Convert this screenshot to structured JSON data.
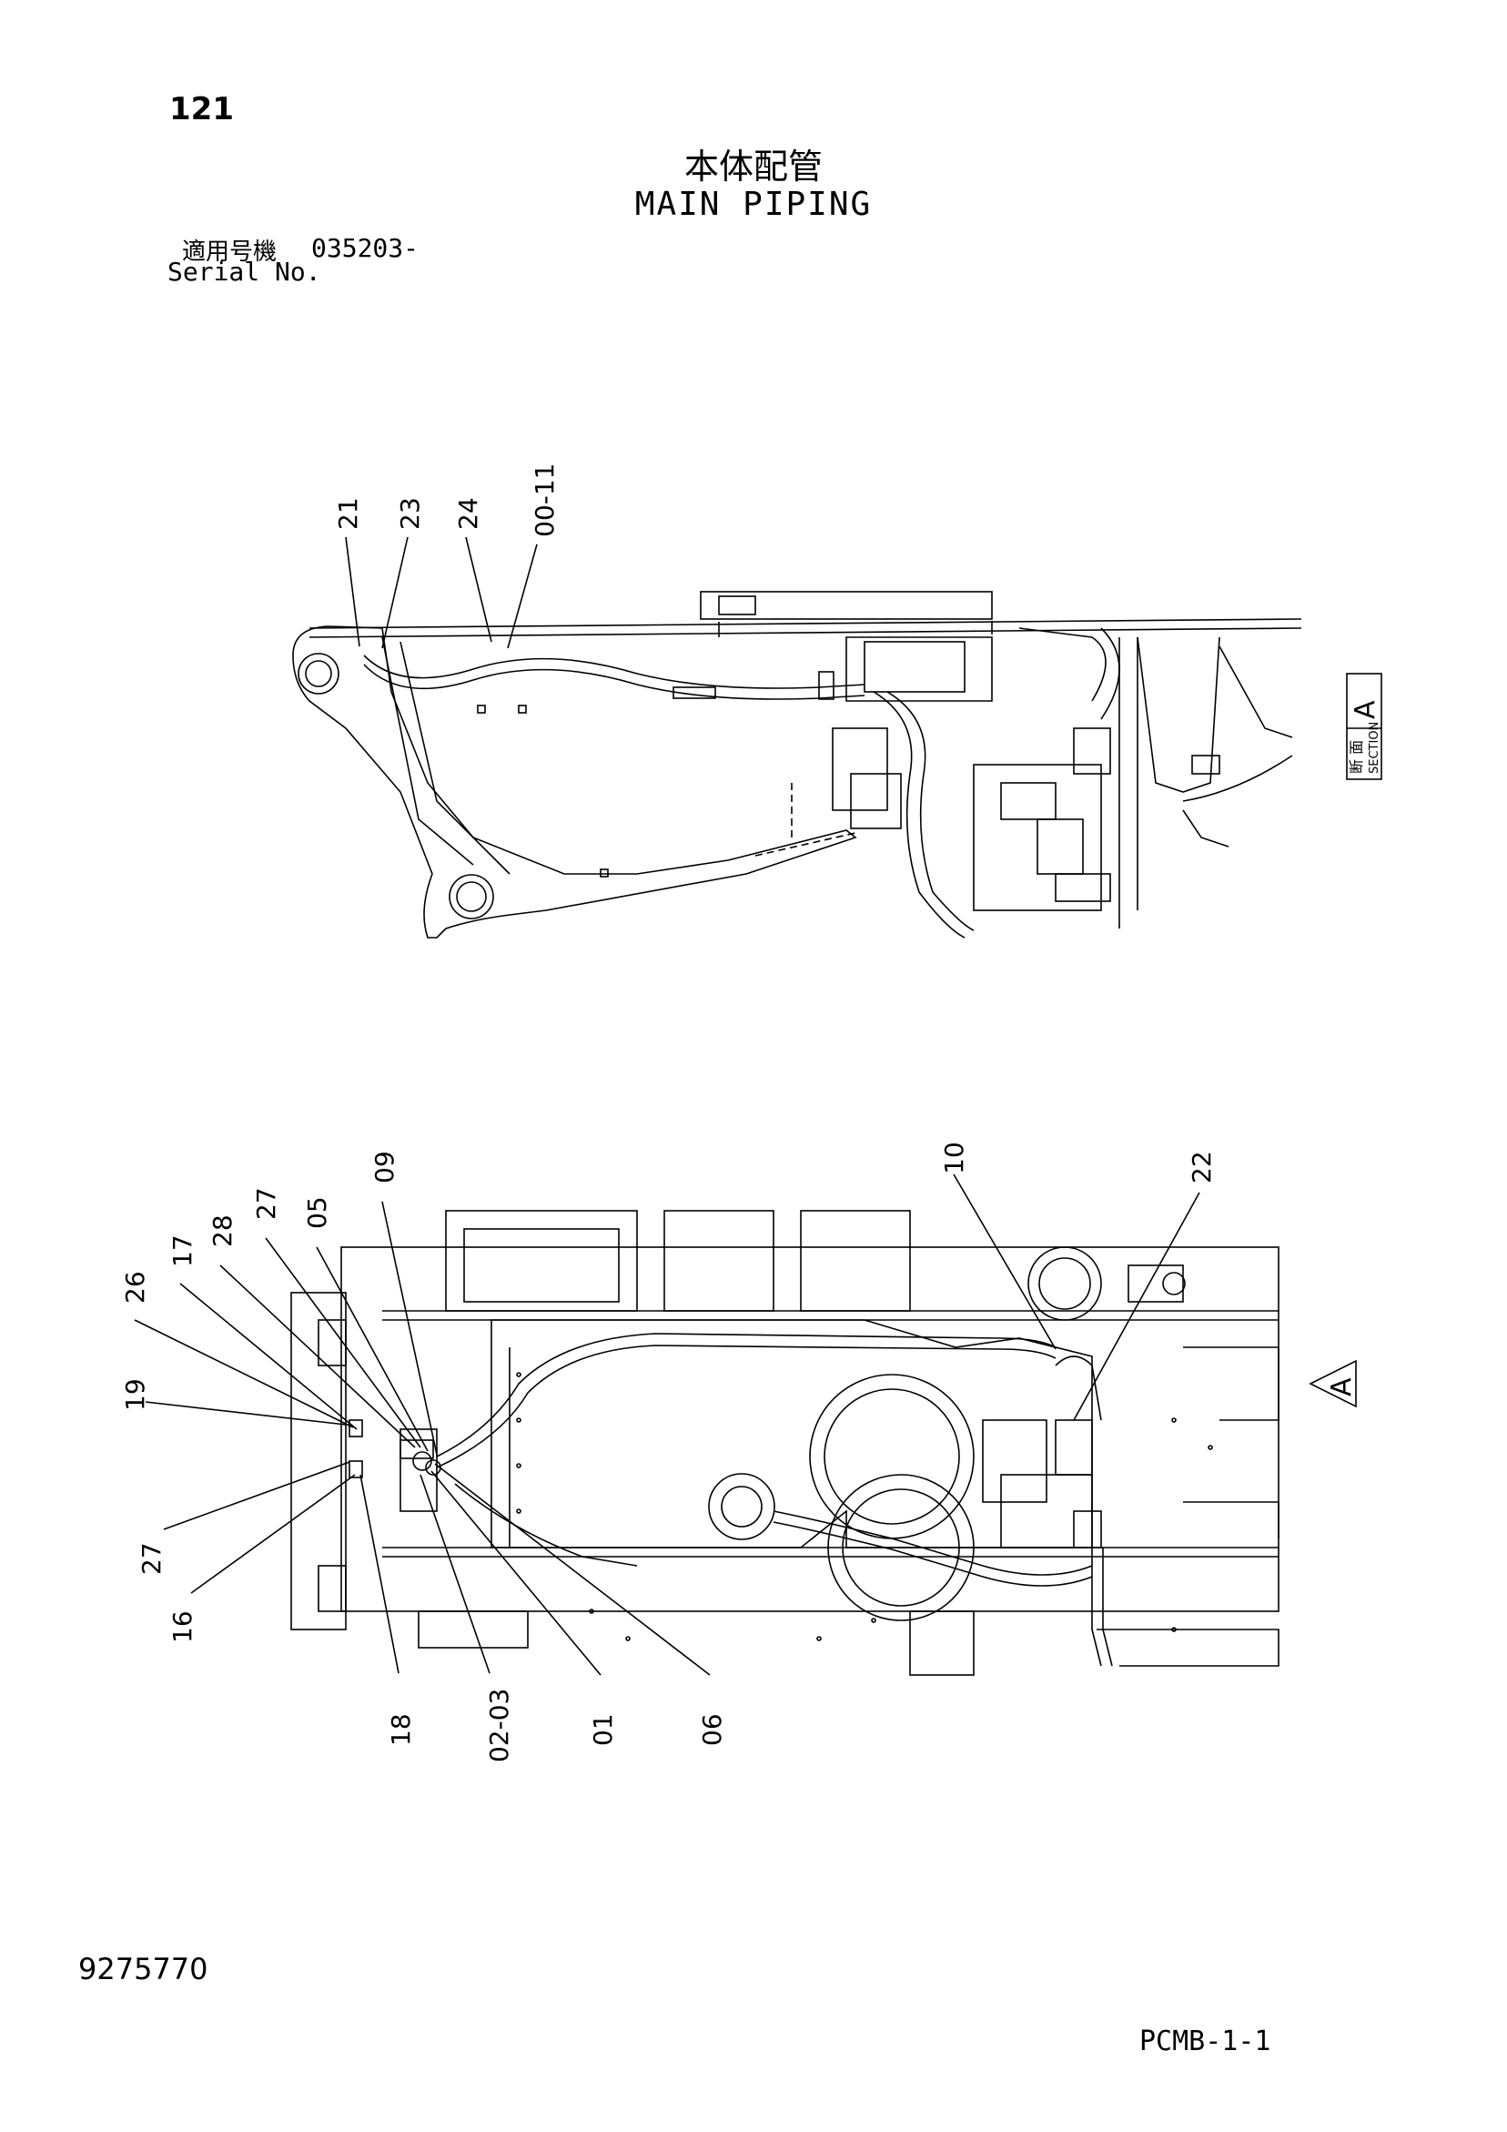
{
  "header": {
    "page_number": "121",
    "title_japanese": "本体配管",
    "title_english": "MAIN PIPING",
    "serial_label_japanese": "適用号機",
    "serial_value": "035203-",
    "serial_label_english": "Serial No."
  },
  "section_marker": {
    "label_japanese": "断 面",
    "label_english": "SECTION",
    "letter": "A"
  },
  "view_arrow": {
    "letter": "A"
  },
  "upper_view": {
    "callouts": [
      "21",
      "23",
      "24",
      "00-11"
    ]
  },
  "lower_view": {
    "callouts": [
      "09",
      "05",
      "27",
      "28",
      "17",
      "26",
      "19",
      "10",
      "22",
      "27",
      "16",
      "18",
      "02-03",
      "01",
      "06"
    ]
  },
  "footer": {
    "document_number": "9275770",
    "page_code": "PCMB-1-1"
  }
}
